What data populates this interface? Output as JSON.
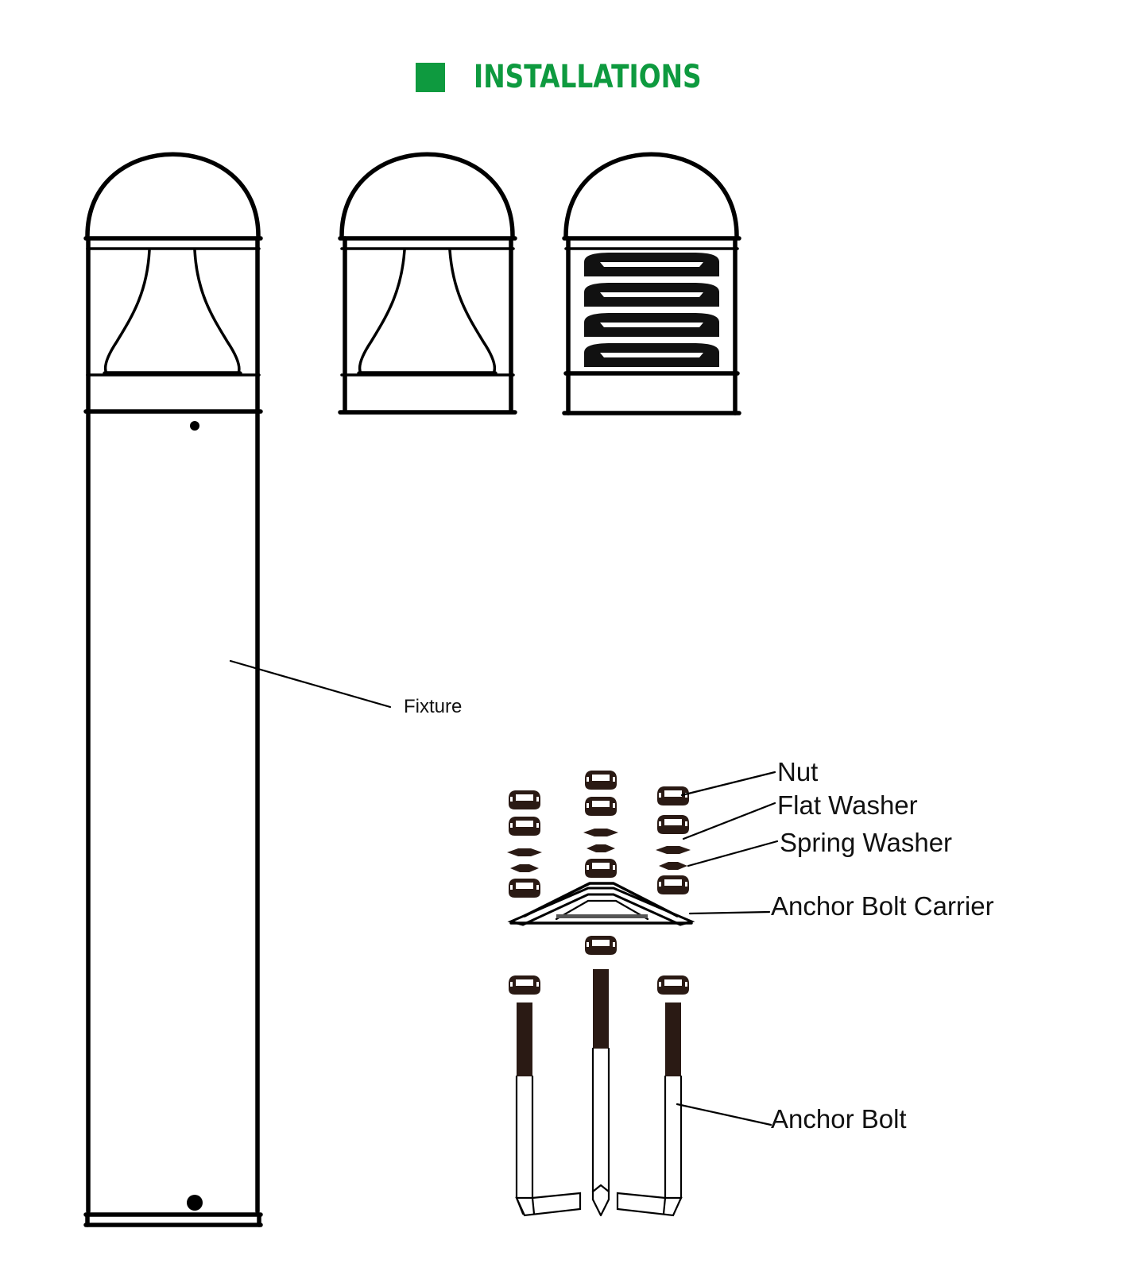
{
  "header": {
    "title": "INSTALLATIONS",
    "accent_color": "#0e9a3f"
  },
  "labels": {
    "fixture": "Fixture",
    "nut": "Nut",
    "flat_washer": "Flat Washer",
    "spring_washer": "Spring Washer",
    "anchor_bolt_carrier": "Anchor Bolt Carrier",
    "anchor_bolt": "Anchor Bolt"
  },
  "fixture_head_variants": [
    {
      "name": "bell-reflector-head-on-pole"
    },
    {
      "name": "bell-reflector-head"
    },
    {
      "name": "louvered-head"
    }
  ]
}
